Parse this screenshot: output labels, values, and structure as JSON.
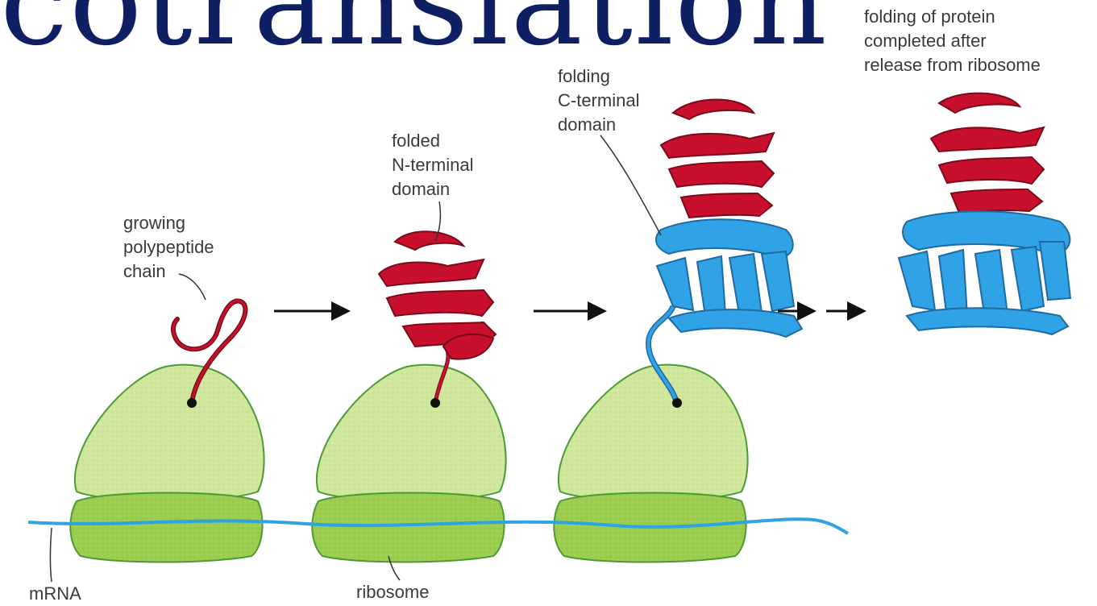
{
  "heading_fragment": "cotranslation",
  "labels": {
    "growing_chain": [
      "growing",
      "polypeptide",
      "chain"
    ],
    "folded_n": [
      "folded",
      "N-terminal",
      "domain"
    ],
    "folding_c": [
      "folding",
      "C-terminal",
      "domain"
    ],
    "released": [
      "folding of protein",
      "completed after",
      "release from ribosome"
    ],
    "mrna": "mRNA",
    "ribosome": "ribosome"
  },
  "colors": {
    "heading": "#0f1f63",
    "ribosome_large": "#cfe79a",
    "ribosome_small": "#9ccd4e",
    "mrna": "#2fa3e6",
    "n_domain": "#c8102e",
    "c_domain": "#2fa3e6"
  }
}
